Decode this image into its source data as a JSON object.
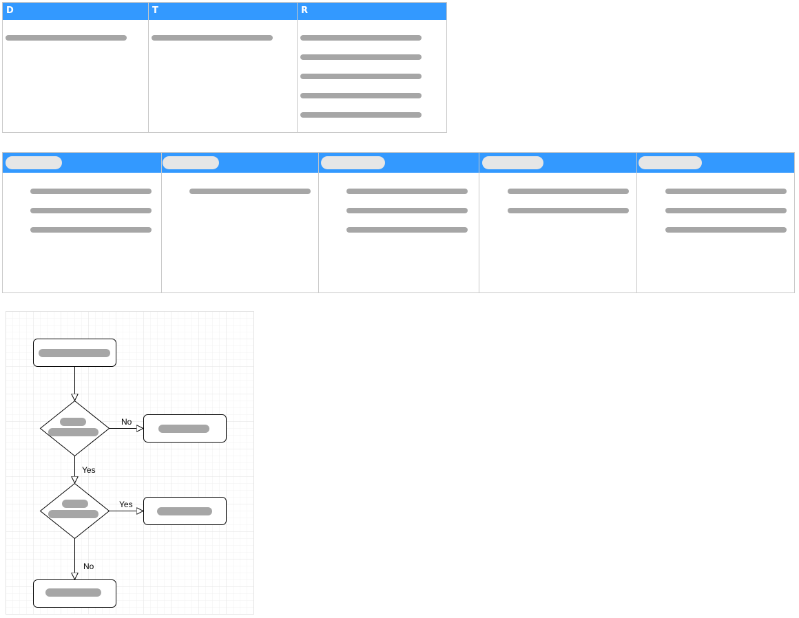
{
  "table_1": {
    "columns": [
      {
        "title": "D"
      },
      {
        "title": "T"
      },
      {
        "title": "R"
      }
    ]
  },
  "flowchart": {
    "labels": {
      "no_1": "No",
      "yes_1": "Yes",
      "yes_2": "Yes",
      "no_2": "No"
    }
  },
  "colors": {
    "header_blue": "#3399ff",
    "placeholder_bar": "#a6a6a6",
    "placeholder_pill": "#e6e6e6",
    "border_gray": "#c8c8c8"
  }
}
